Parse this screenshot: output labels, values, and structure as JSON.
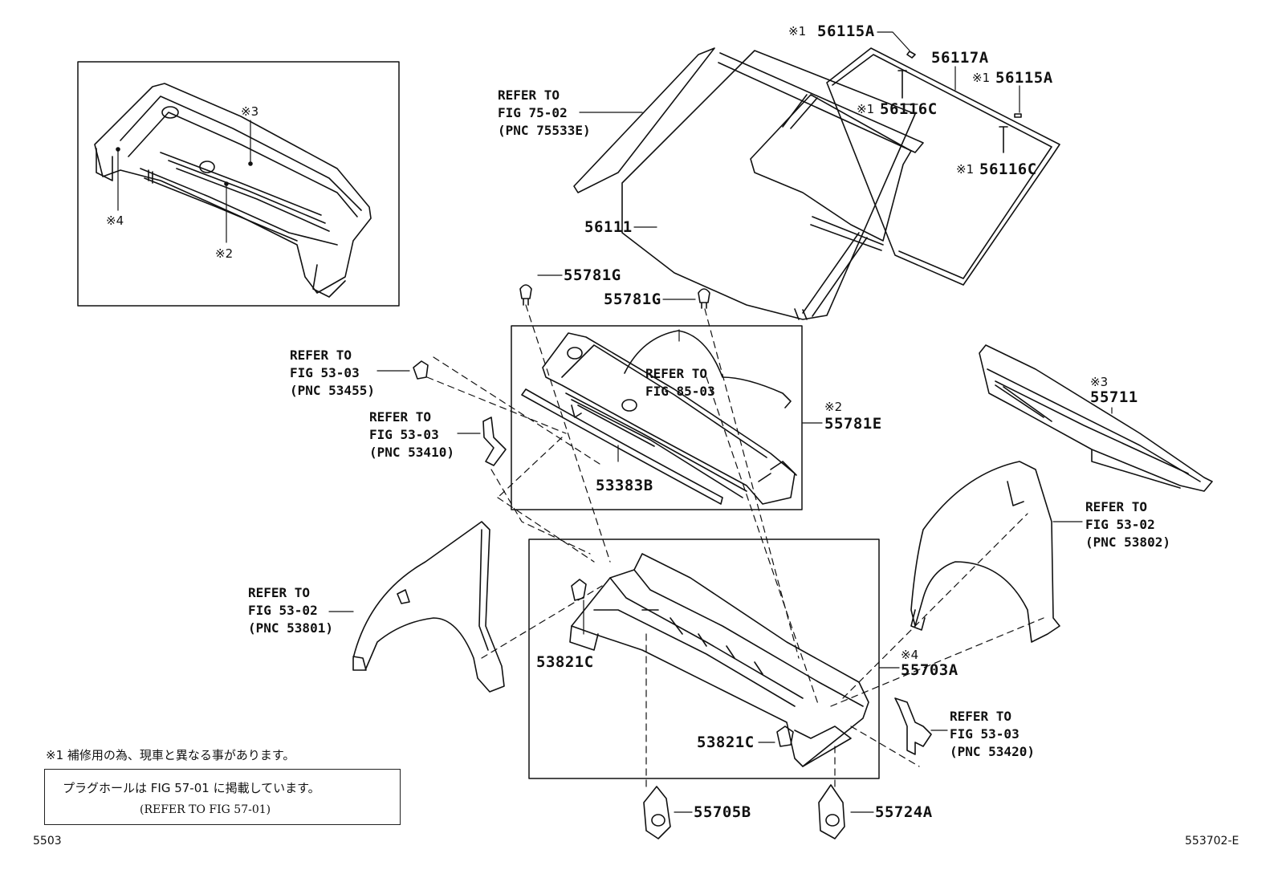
{
  "parts": {
    "p56115A_1": "56115A",
    "p56117A": "56117A",
    "p56115A_2": "56115A",
    "p56116C_1": "56116C",
    "p56116C_2": "56116C",
    "p56111": "56111",
    "p55781G_1": "55781G",
    "p55781G_2": "55781G",
    "p55781E": "55781E",
    "p53383B": "53383B",
    "p55711": "55711",
    "p53821C_1": "53821C",
    "p53821C_2": "53821C",
    "p55703A": "55703A",
    "p55705B": "55705B",
    "p55724A": "55724A"
  },
  "marks": {
    "m1a": "※1",
    "m1b": "※1",
    "m1c": "※1",
    "m1d": "※1",
    "inset_m3": "※3",
    "inset_m4": "※4",
    "inset_m2": "※2",
    "m2": "※2",
    "m3": "※3",
    "m4": "※4"
  },
  "refs": {
    "r7502": "REFER TO\nFIG 75-02\n(PNC 75533E)",
    "r5303a": "REFER TO\nFIG 53-03\n(PNC 53455)",
    "r5303b": "REFER TO\nFIG 53-03\n(PNC 53410)",
    "r8503": "REFER TO\nFIG 85-03",
    "r5302r": "REFER TO\nFIG 53-02\n(PNC 53802)",
    "r5302l": "REFER TO\nFIG 53-02\n(PNC 53801)",
    "r5303c": "REFER TO\nFIG 53-03\n(PNC 53420)"
  },
  "notes": {
    "footnote": "※1 補修用の為、現車と異なる事があります。",
    "box_line1": "プラグホールは FIG 57-01 に掲載しています。",
    "box_line2": "(REFER TO FIG 57-01)"
  },
  "corners": {
    "left": "5503",
    "right": "553702-E"
  }
}
